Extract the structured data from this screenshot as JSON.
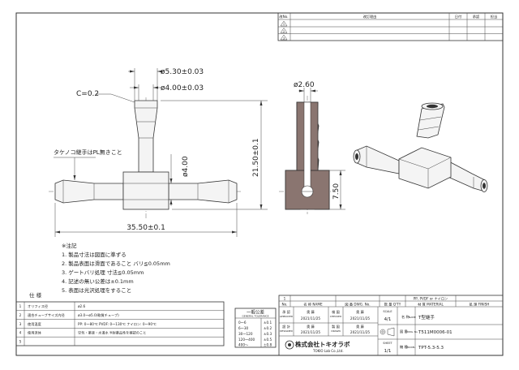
{
  "revision_table": {
    "headers": [
      "改No.",
      "改訂理由",
      "日付",
      "承認",
      "担当"
    ],
    "rows": [
      "1",
      "2",
      "3"
    ]
  },
  "dimensions": {
    "chamfer": "C=0.2",
    "outer_dia": "ø5.30±0.03",
    "inner_dia": "ø4.00±0.03",
    "body_dia": "ø4.00",
    "height": "21.50±0.1",
    "width": "35.50±0.1",
    "side_dia": "ø2.60",
    "side_height": "7.50"
  },
  "callout": "タケノコ継手はPL無きこと",
  "notes": {
    "title": "※注記",
    "items": [
      "1. 製品寸法は図面に準ずる",
      "2. 製品表面は滑面であること バリ≦0.05mm",
      "3. ゲートバリ処理 寸法≦0.05mm",
      "4. 記述の無い公差は±0.1mm",
      "5. 表面は光沢処理をすること"
    ]
  },
  "spec": {
    "title": "仕 様",
    "rows": [
      {
        "no": "1",
        "label": "オリフィス径",
        "value": "ø2.6"
      },
      {
        "no": "2",
        "label": "適合チューブサイズ内径",
        "value": "ø3.0〜ø5.0(軟質チューブ)"
      },
      {
        "no": "3",
        "label": "使用温度",
        "value": "PP: 0〜80℃  PVDF: 0〜130℃  ナイロン: 0〜90℃"
      },
      {
        "no": "4",
        "label": "使用流体",
        "value": "空気・薬液・水道水 ※耐薬品性を確認のこと"
      },
      {
        "no": "5",
        "label": "",
        "value": ""
      }
    ]
  },
  "tolerance": {
    "title": "一般公差",
    "subtitle": "GENERAL TOLERANCE",
    "rows": [
      {
        "range": "0〜6",
        "tol": "±0.1"
      },
      {
        "range": "6〜30",
        "tol": "±0.2"
      },
      {
        "range": "30〜120",
        "tol": "±0.3"
      },
      {
        "range": "120〜400",
        "tol": "±0.5"
      },
      {
        "range": "400〜",
        "tol": "±0.8"
      }
    ]
  },
  "title_block": {
    "parts_row": [
      "1",
      "",
      "",
      "",
      ""
    ],
    "material_value": "PP, PVDF or ナイロン",
    "header_labels": {
      "no": "No.",
      "name": "名 称 NAME",
      "drawing": "図 番 DWG. No.",
      "quantity": "数 量 Q'TY",
      "material": "材 質 MATERIAL",
      "finish": "処 理 FINISH"
    },
    "approved_label": "承 認",
    "approved_en": "APPROVED",
    "checked_label": "検 図",
    "checked_en": "CHECKED",
    "designed_label": "設 計",
    "designed_en": "DESIGNED",
    "drawn_label": "製 図",
    "drawn_en": "DRAWN",
    "approved_sign": "奥 藤",
    "checked_sign": "奥 藤",
    "designed_sign": "奥 藤",
    "drawn_sign": "奥 藤",
    "approved_date": "2021/11/25",
    "checked_date": "2021/11/25",
    "designed_date": "2021/11/25",
    "drawn_date": "2021/11/25",
    "scale_label": "SCALE",
    "scale": "4/1",
    "sheet_label": "SHEET",
    "sheet": "1/1",
    "name_label": "名 称",
    "name_en": "NAME",
    "name": "T型継手",
    "dwg_label": "図 番",
    "dwg_en": "DWG. No.",
    "dwg_no": "T511M0006-01",
    "model_label": "機 種",
    "model_en": "MODEL",
    "model": "TPT-5.3-5.3",
    "company": "株式会社トキオラボ",
    "company_en": "TOKIO Lab Co.,Ltd."
  }
}
